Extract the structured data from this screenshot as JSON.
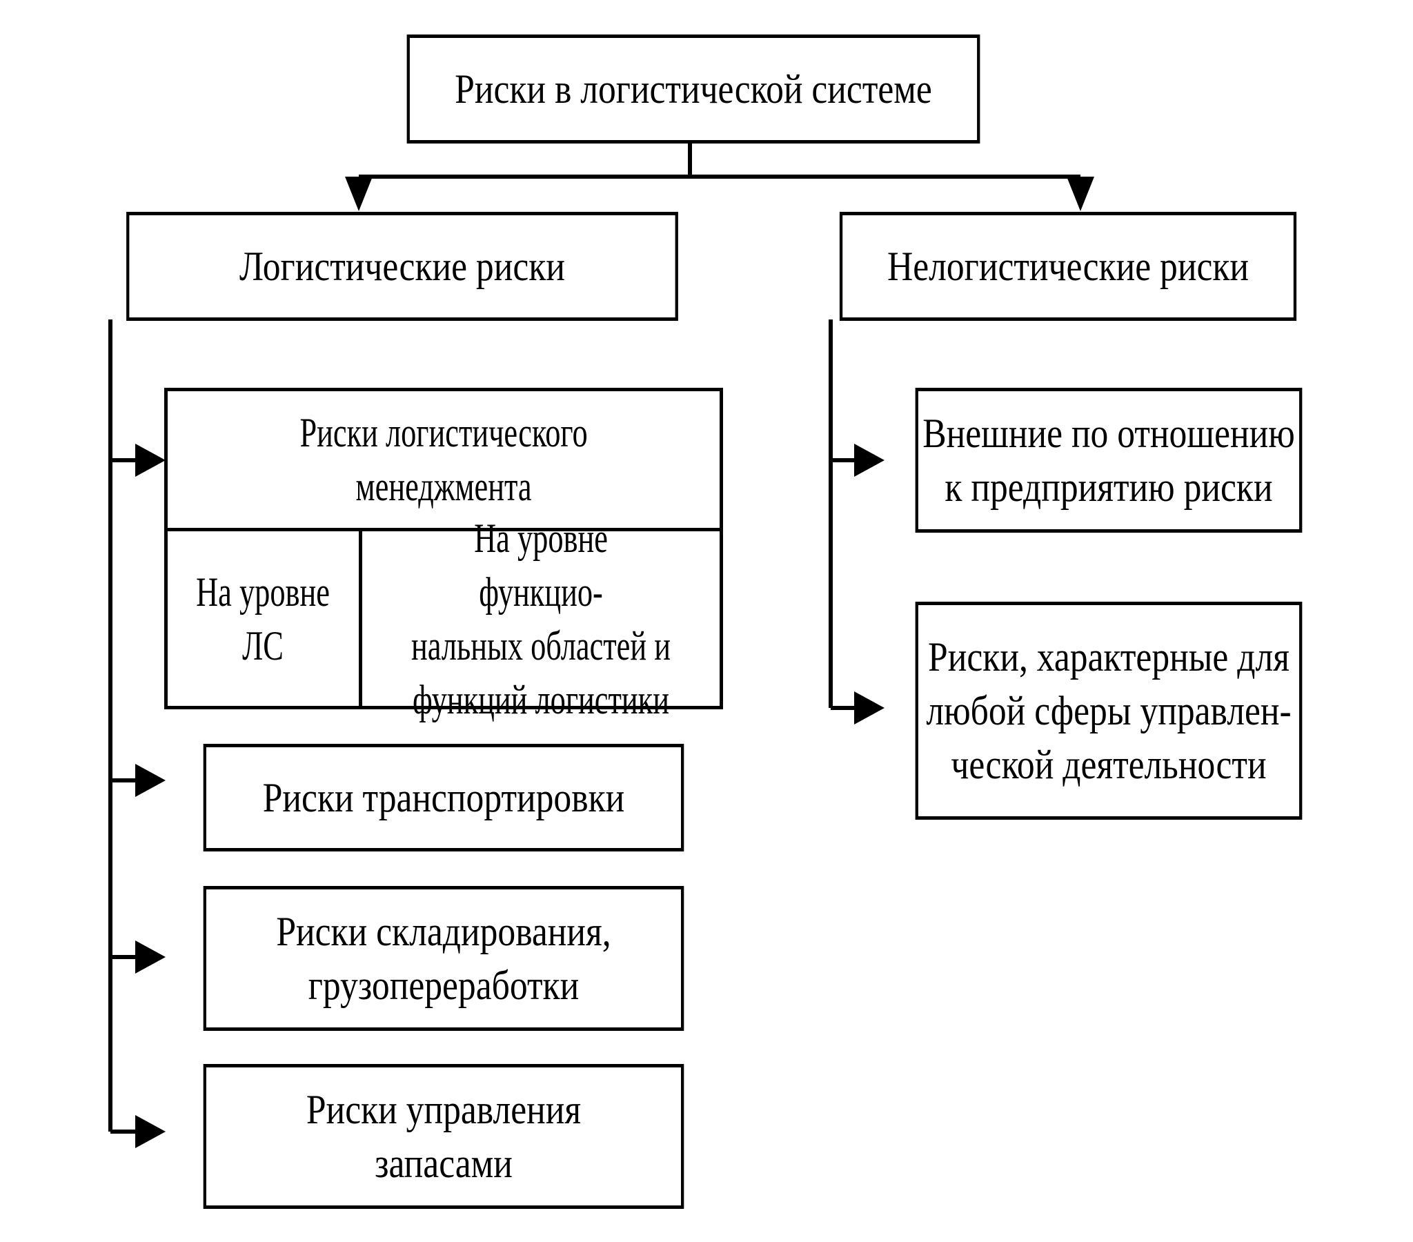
{
  "root": {
    "title": "Риски в логистической системе"
  },
  "logistic": {
    "title": "Логистические риски",
    "management": {
      "title_line1": "Риски логистического",
      "title_line2": "менеджмента",
      "level_ls_line1": "На уровне",
      "level_ls_line2": "ЛС",
      "level_func_line1": "На уровне функцио-",
      "level_func_line2": "нальных областей и",
      "level_func_line3": "функций логистики"
    },
    "transport": "Риски транспортировки",
    "warehouse_line1": "Риски складирования,",
    "warehouse_line2": "грузопереработки",
    "inventory_line1": "Риски управления",
    "inventory_line2": "запасами"
  },
  "nonlogistic": {
    "title": "Нелогистические риски",
    "external_line1": "Внешние по отношению",
    "external_line2": "к предприятию риски",
    "general_line1": "Риски, характерные для",
    "general_line2": "любой сферы управлен-",
    "general_line3": "ческой деятельности"
  }
}
